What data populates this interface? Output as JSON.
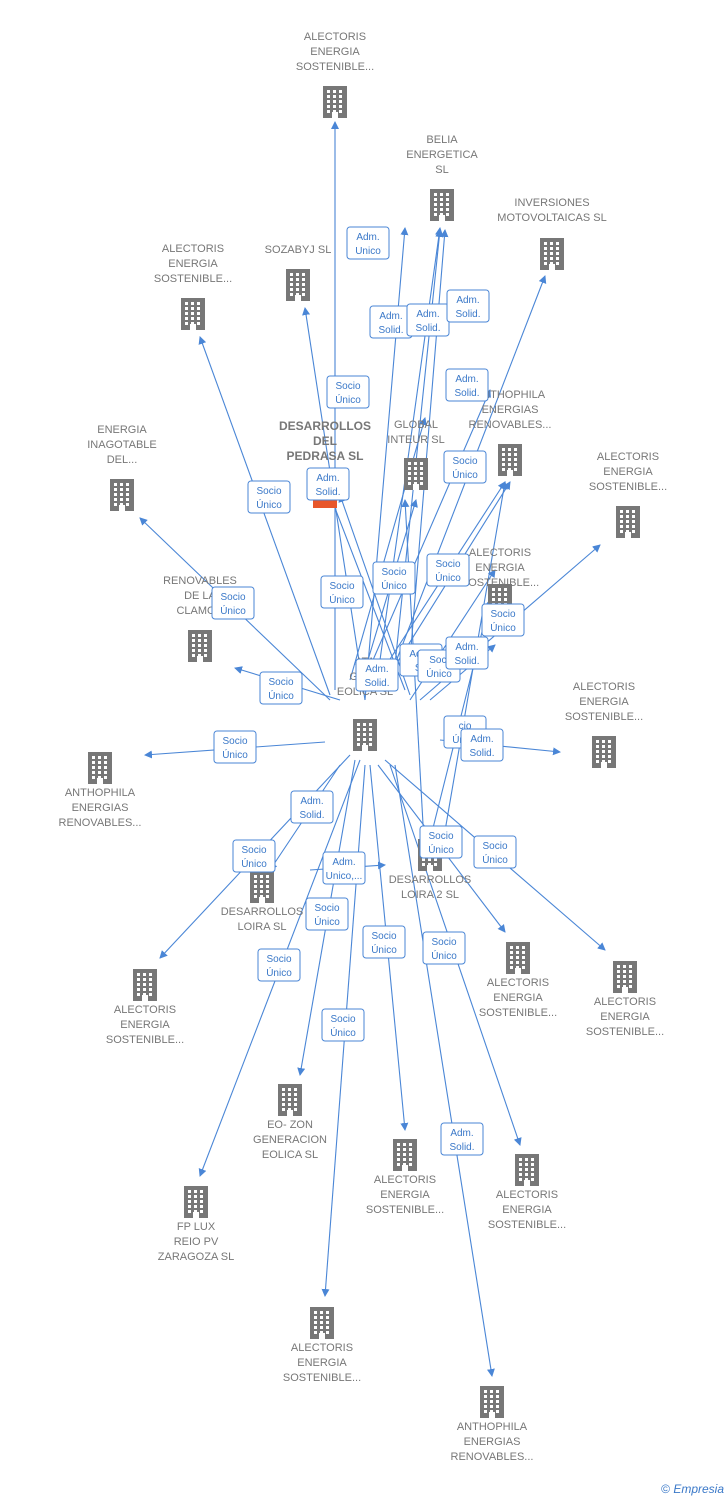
{
  "colors": {
    "edge": "#4a86d6",
    "node": "#777777",
    "main": "#e8562a",
    "label_border": "#4a86d6"
  },
  "icon": "building-icon",
  "footer": {
    "copyright": "©",
    "brand": "Empresia"
  },
  "nodes": [
    {
      "id": "center",
      "lines": [
        "ATA",
        "GENE",
        "EOLICA SL"
      ]
    },
    {
      "id": "pedrasa",
      "lines": [
        "DESARROLLOS",
        "DEL",
        "PEDRASA SL"
      ],
      "main": true
    },
    {
      "id": "alectoris_top",
      "lines": [
        "ALECTORIS",
        "ENERGIA",
        "SOSTENIBLE..."
      ]
    },
    {
      "id": "belia",
      "lines": [
        "BELIA",
        "ENERGETICA",
        "SL"
      ]
    },
    {
      "id": "inversiones",
      "lines": [
        "INVERSIONES",
        "MOTOVOLTAICAS SL"
      ]
    },
    {
      "id": "sozabyj",
      "lines": [
        "SOZABYJ SL"
      ]
    },
    {
      "id": "alectoris_l1",
      "lines": [
        "ALECTORIS",
        "ENERGIA",
        "SOSTENIBLE..."
      ]
    },
    {
      "id": "anthophila_r1",
      "lines": [
        "ANTHOPHILA",
        "ENERGIAS",
        "RENOVABLES..."
      ]
    },
    {
      "id": "global",
      "lines": [
        "GLOBAL",
        "INTEUR SL"
      ]
    },
    {
      "id": "energia_inag",
      "lines": [
        "ENERGIA",
        "INAGOTABLE",
        "DEL..."
      ]
    },
    {
      "id": "alectoris_r1",
      "lines": [
        "ALECTORIS",
        "ENERGIA",
        "SOSTENIBLE..."
      ]
    },
    {
      "id": "alectoris_mid",
      "lines": [
        "ALECTORIS",
        "ENERGIA",
        "SOSTENIBLE..."
      ]
    },
    {
      "id": "renovables",
      "lines": [
        "RENOVABLES",
        "DE LA",
        "CLAMOR"
      ]
    },
    {
      "id": "alectoris_r2",
      "lines": [
        "ALECTORIS",
        "ENERGIA",
        "SOSTENIBLE..."
      ]
    },
    {
      "id": "anthophila_l",
      "lines": [
        "ANTHOPHILA",
        "ENERGIAS",
        "RENOVABLES..."
      ]
    },
    {
      "id": "loira",
      "lines": [
        "DESARROLLOS",
        "LOIRA SL"
      ]
    },
    {
      "id": "loira2",
      "lines": [
        "DESARROLLOS",
        "LOIRA 2 SL"
      ]
    },
    {
      "id": "alectoris_b1",
      "lines": [
        "ALECTORIS",
        "ENERGIA",
        "SOSTENIBLE..."
      ]
    },
    {
      "id": "alectoris_b2",
      "lines": [
        "ALECTORIS",
        "ENERGIA",
        "SOSTENIBLE..."
      ]
    },
    {
      "id": "alectoris_b3",
      "lines": [
        "ALECTORIS",
        "ENERGIA",
        "SOSTENIBLE..."
      ]
    },
    {
      "id": "eozon",
      "lines": [
        "EO- ZON",
        "GENERACION",
        "EOLICA SL"
      ]
    },
    {
      "id": "alectoris_b4",
      "lines": [
        "ALECTORIS",
        "ENERGIA",
        "SOSTENIBLE..."
      ]
    },
    {
      "id": "alectoris_b5",
      "lines": [
        "ALECTORIS",
        "ENERGIA",
        "SOSTENIBLE..."
      ]
    },
    {
      "id": "fplux",
      "lines": [
        "FP LUX",
        "REIO PV",
        "ZARAGOZA SL"
      ]
    },
    {
      "id": "alectoris_b6",
      "lines": [
        "ALECTORIS",
        "ENERGIA",
        "SOSTENIBLE..."
      ]
    },
    {
      "id": "anthophila_b",
      "lines": [
        "ANTHOPHILA",
        "ENERGIAS",
        "RENOVABLES..."
      ]
    }
  ],
  "edge_labels": [
    {
      "lines": [
        "Adm.",
        "Unico"
      ]
    },
    {
      "lines": [
        "Adm.",
        "Solid."
      ]
    },
    {
      "lines": [
        "Adm.",
        "Solid."
      ]
    },
    {
      "lines": [
        "Adm.",
        "Solid."
      ]
    },
    {
      "lines": [
        "Socio",
        "Único"
      ]
    },
    {
      "lines": [
        "Adm.",
        "Solid."
      ]
    },
    {
      "lines": [
        "Socio",
        "Único"
      ]
    },
    {
      "lines": [
        "Adm.",
        "Solid."
      ]
    },
    {
      "lines": [
        "Socio",
        "Único"
      ]
    },
    {
      "lines": [
        "Socio",
        "Único"
      ]
    },
    {
      "lines": [
        "Socio",
        "Único"
      ]
    },
    {
      "lines": [
        "Socio",
        "Único"
      ]
    },
    {
      "lines": [
        "Socio",
        "Único"
      ]
    },
    {
      "lines": [
        "Socio",
        "Único"
      ]
    },
    {
      "lines": [
        "Adm.",
        "Solid."
      ]
    },
    {
      "lines": [
        "Adm.",
        "So"
      ]
    },
    {
      "lines": [
        "Soci",
        "Único"
      ]
    },
    {
      "lines": [
        "Adm.",
        "Solid."
      ]
    },
    {
      "lines": [
        "Socio",
        "Único"
      ]
    },
    {
      "lines": [
        "Socio",
        "Único"
      ]
    },
    {
      "lines": [
        "Adm.",
        "Solid."
      ]
    },
    {
      "lines": [
        "cio",
        "Único"
      ]
    },
    {
      "lines": [
        "Adm.",
        "Solid."
      ]
    },
    {
      "lines": [
        "Socio",
        "Único"
      ]
    },
    {
      "lines": [
        "Adm.",
        "Unico,..."
      ]
    },
    {
      "lines": [
        "Socio",
        "Único"
      ]
    },
    {
      "lines": [
        "Socio",
        "Único"
      ]
    },
    {
      "lines": [
        "Socio",
        "Único"
      ]
    },
    {
      "lines": [
        "Socio",
        "Único"
      ]
    },
    {
      "lines": [
        "Socio",
        "Único"
      ]
    },
    {
      "lines": [
        "Socio",
        "Único"
      ]
    },
    {
      "lines": [
        "Socio",
        "Único"
      ]
    },
    {
      "lines": [
        "Adm.",
        "Solid."
      ]
    }
  ]
}
